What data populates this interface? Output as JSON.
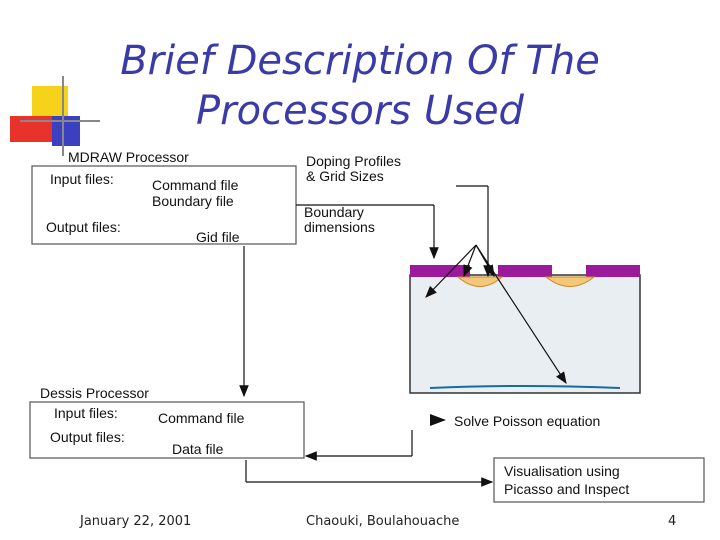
{
  "title": {
    "line1": "Brief Description Of The",
    "line2": "Processors Used"
  },
  "diagram": {
    "mdraw": {
      "heading": "MDRAW Processor",
      "input_label": "Input files:",
      "command_file": "Command file",
      "boundary_file": "Boundary file",
      "output_label": "Output files:",
      "grid_file": "Gid file"
    },
    "doping_label_1": "Doping Profiles",
    "doping_label_2": "& Grid Sizes",
    "boundary_dim_1": "Boundary",
    "boundary_dim_2": "dimensions",
    "dessis": {
      "heading": "Dessis Processor",
      "input_label": "Input files:",
      "command_file": "Command file",
      "output_label": "Output files:",
      "data_file": "Data file"
    },
    "poisson_label": "Solve Poisson equation",
    "visual_line_1": "Visualisation using",
    "visual_line_2": "Picasso and Inspect",
    "colors": {
      "title": "#3a3aa8",
      "contact": "#9b1a9b",
      "well": "#f5c878",
      "device_fill": "#e9eef2",
      "deco_yellow": "#f7d21b",
      "deco_red": "#e8332c",
      "deco_blue": "#3a40c0"
    }
  },
  "footer": {
    "date": "January 22, 2001",
    "authors": "Chaouki, Boulahouache",
    "page": "4"
  }
}
